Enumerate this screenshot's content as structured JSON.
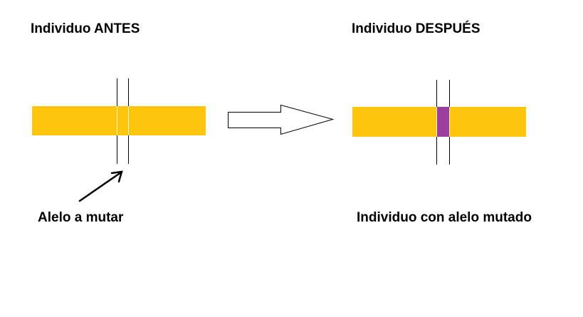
{
  "before": {
    "title": "Individuo ANTES",
    "caption": "Alelo a mutar"
  },
  "after": {
    "title": "Individuo DESPUÉS",
    "caption": "Individuo con alelo mutado"
  },
  "colors": {
    "chromosome": "#FDC50D",
    "mutated_allele": "#9C3E9E",
    "lines": "#000000",
    "background": "#FFFFFF"
  },
  "icons": {
    "transition_arrow": "right-arrow-icon",
    "pointer_arrow": "pointer-arrow-icon"
  }
}
